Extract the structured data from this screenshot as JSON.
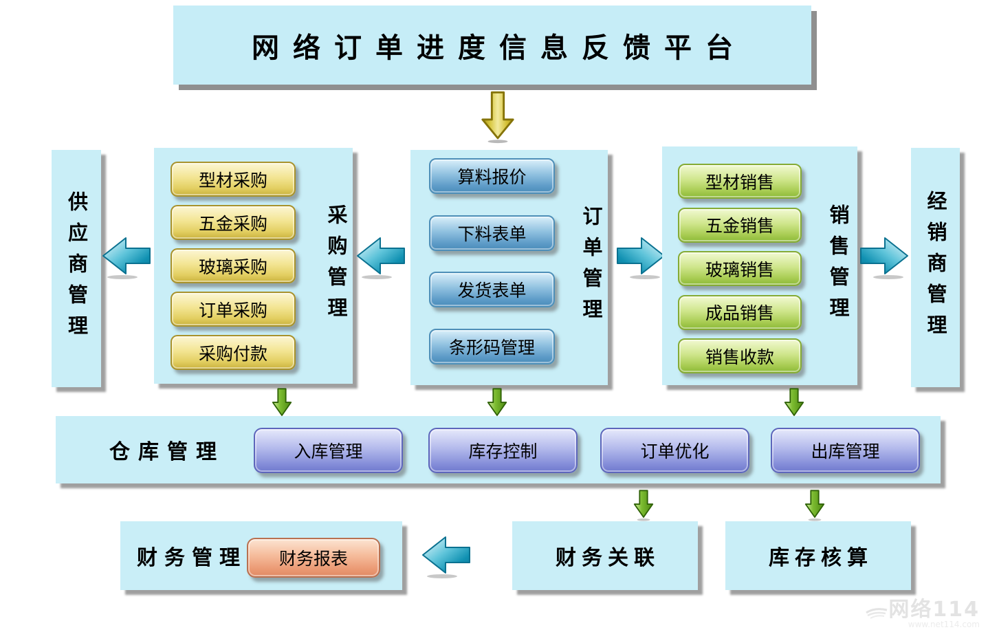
{
  "title": "网络订单进度信息反馈平台",
  "supplier_panel": {
    "label": "供应商管理"
  },
  "procurement_panel": {
    "label": "采购管理",
    "buttons": [
      "型材采购",
      "五金采购",
      "玻璃采购",
      "订单采购",
      "采购付款"
    ]
  },
  "order_panel": {
    "label": "订单管理",
    "buttons": [
      "算料报价",
      "下料表单",
      "发货表单",
      "条形码管理"
    ]
  },
  "sales_panel": {
    "label": "销售管理",
    "buttons": [
      "型材销售",
      "五金销售",
      "玻璃销售",
      "成品销售",
      "销售收款"
    ]
  },
  "distributor_panel": {
    "label": "经销商管理"
  },
  "warehouse_panel": {
    "label": "仓库管理",
    "buttons": [
      "入库管理",
      "库存控制",
      "订单优化",
      "出库管理"
    ]
  },
  "finance_panel": {
    "label": "财务管理",
    "report_button": "财务报表"
  },
  "finance_link_box": {
    "label": "财务关联"
  },
  "inventory_box": {
    "label": "库存核算"
  },
  "watermark": {
    "brand": "网络114",
    "url": "www.net114.com"
  },
  "colors": {
    "panel_bg": "#c9eef7",
    "yellow_button": "#f3e593",
    "blue_button": "#90c1e0",
    "green_button": "#cfe68c",
    "purple_button": "#b4baec",
    "salmon_button": "#f5bb9a",
    "teal_arrow": "#1191b2",
    "gold_arrow": "#d8c842",
    "green_arrow": "#7cbc30"
  }
}
